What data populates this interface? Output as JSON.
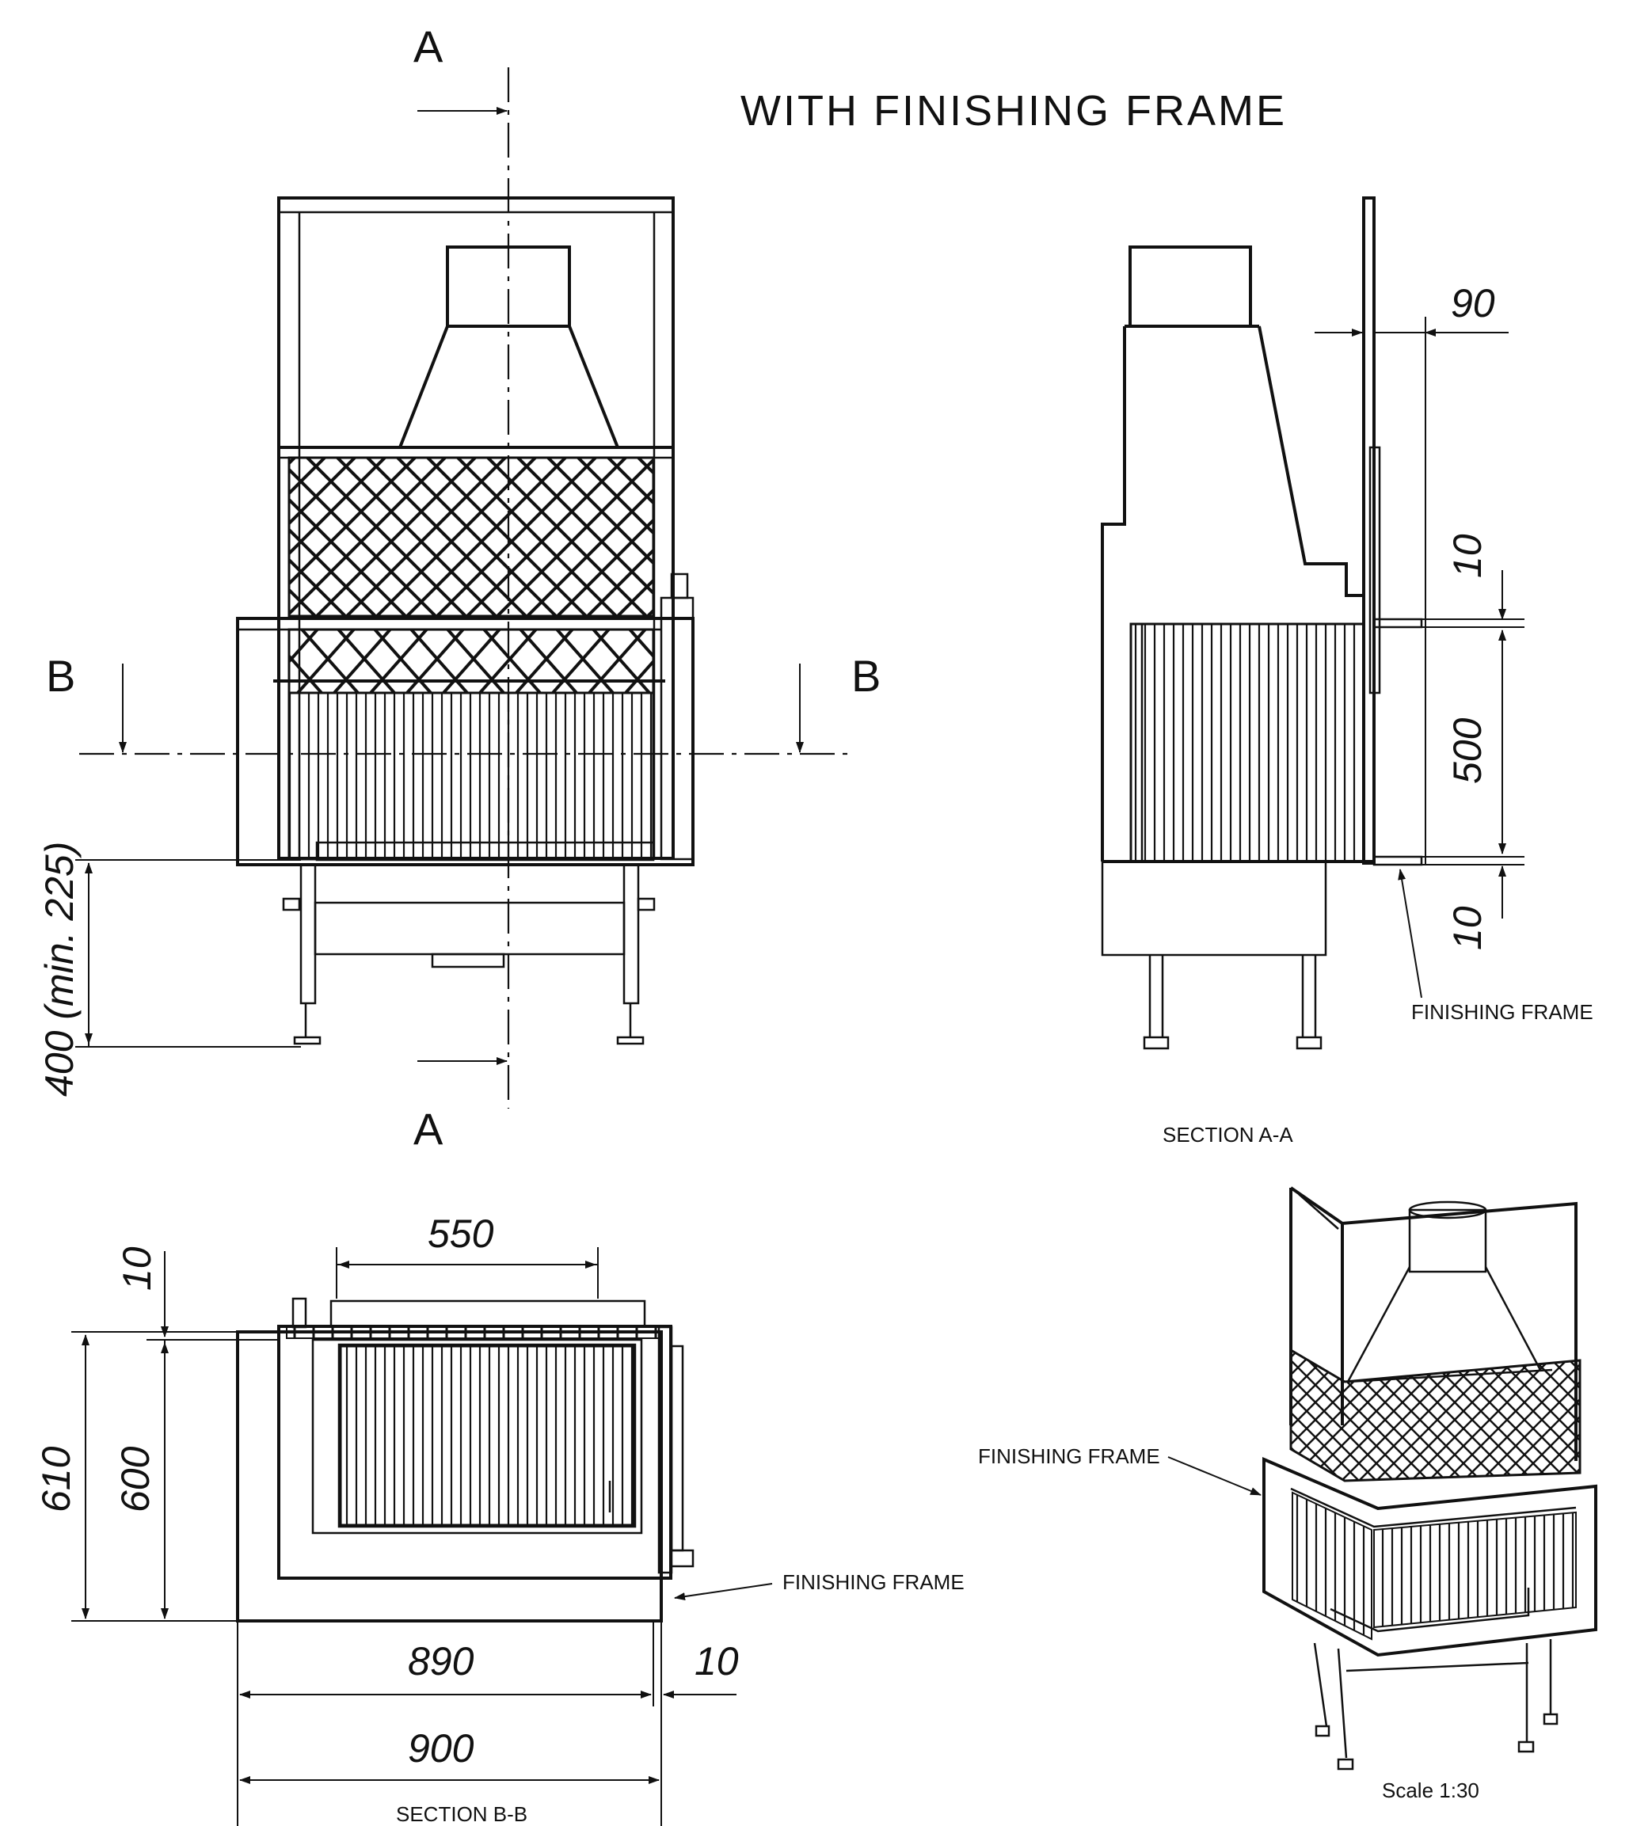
{
  "title": "WITH FINISHING FRAME",
  "section_markers": {
    "a_top": "A",
    "a_bottom": "A",
    "b_left": "B",
    "b_right": "B"
  },
  "front_view": {
    "height_dim": "400 (min. 225)"
  },
  "section_aa": {
    "caption": "SECTION A-A",
    "dims": {
      "frame_offset": "90",
      "top_gap": "10",
      "opening_height": "500",
      "bottom_gap": "10"
    },
    "callout": "FINISHING FRAME"
  },
  "section_bb": {
    "caption": "SECTION B-B",
    "dims": {
      "opening_width": "550",
      "top_gap": "10",
      "depth_outer": "610",
      "depth_inner": "600",
      "width_inner": "890",
      "side_gap": "10",
      "width_outer": "900"
    },
    "callout": "FINISHING FRAME"
  },
  "iso_view": {
    "callout": "FINISHING FRAME",
    "scale": "Scale 1:30"
  }
}
